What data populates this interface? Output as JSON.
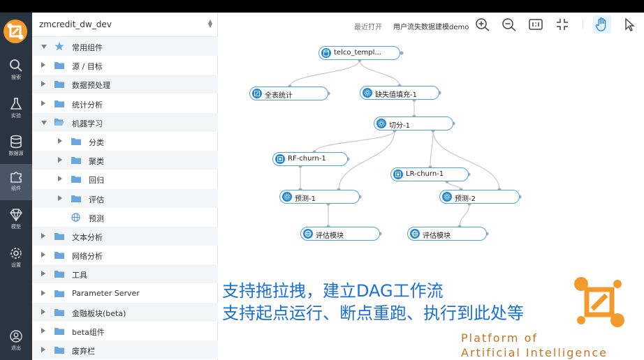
{
  "project": {
    "name": "zmcredit_dw_dev"
  },
  "rail": [
    {
      "name": "search",
      "label": "搜索"
    },
    {
      "name": "experiment",
      "label": "实验"
    },
    {
      "name": "datasource",
      "label": "数据源"
    },
    {
      "name": "components",
      "label": "组件"
    },
    {
      "name": "models",
      "label": "模型"
    },
    {
      "name": "settings",
      "label": "设置"
    },
    {
      "name": "exit",
      "label": "退出"
    }
  ],
  "tree": [
    {
      "label": "常用组件",
      "icon": "star-icon"
    },
    {
      "label": "源 / 目标",
      "icon": "folder-icon"
    },
    {
      "label": "数据预处理",
      "icon": "folder-icon"
    },
    {
      "label": "统计分析",
      "icon": "folder-icon"
    },
    {
      "label": "机器学习",
      "icon": "folder-open-icon"
    },
    {
      "label": "分类",
      "icon": "folder-icon"
    },
    {
      "label": "聚类",
      "icon": "folder-icon"
    },
    {
      "label": "回归",
      "icon": "folder-icon"
    },
    {
      "label": "评估",
      "icon": "folder-icon"
    },
    {
      "label": "预测",
      "icon": "globe-icon"
    },
    {
      "label": "文本分析",
      "icon": "folder-icon"
    },
    {
      "label": "网络分析",
      "icon": "folder-icon"
    },
    {
      "label": "工具",
      "icon": "folder-icon"
    },
    {
      "label": "Parameter Server",
      "icon": "folder-icon"
    },
    {
      "label": "金融板块(beta)",
      "icon": "folder-icon"
    },
    {
      "label": "beta组件",
      "icon": "folder-icon"
    },
    {
      "label": "废弃栏",
      "icon": "folder-icon"
    }
  ],
  "toolbar": {
    "recent_label": "最近打开",
    "flow_name": "用户流失数据建模demo"
  },
  "nodes": [
    {
      "label": "telco_templ...",
      "icon": "table-icon"
    },
    {
      "label": "全表统计",
      "icon": "stats-icon"
    },
    {
      "label": "缺失值填充-1",
      "icon": "gear-icon"
    },
    {
      "label": "切分-1",
      "icon": "gear-icon"
    },
    {
      "label": "RF-churn-1",
      "icon": "model-icon"
    },
    {
      "label": "LR-churn-1",
      "icon": "model-icon"
    },
    {
      "label": "预测-1",
      "icon": "gear-icon"
    },
    {
      "label": "预测-2",
      "icon": "gear-icon"
    },
    {
      "label": "评估模块",
      "icon": "globe-icon"
    },
    {
      "label": "评估模块",
      "icon": "globe-icon"
    }
  ],
  "caption": {
    "line1": "支持拖拉拽，建立DAG工作流",
    "line2": "支持起点运行、断点重跑、执行到此处等"
  },
  "brand": {
    "line1": "Platform of",
    "line2": "Artificial Intelligence",
    "accent": "#f39a2c",
    "primary": "#1f86d8"
  }
}
